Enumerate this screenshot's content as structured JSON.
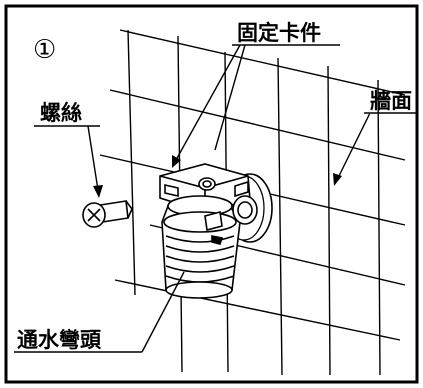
{
  "step_number": "①",
  "labels": {
    "bracket": "固定卡件",
    "wall": "牆面",
    "screw": "螺絲",
    "elbow": "通水彎頭"
  }
}
